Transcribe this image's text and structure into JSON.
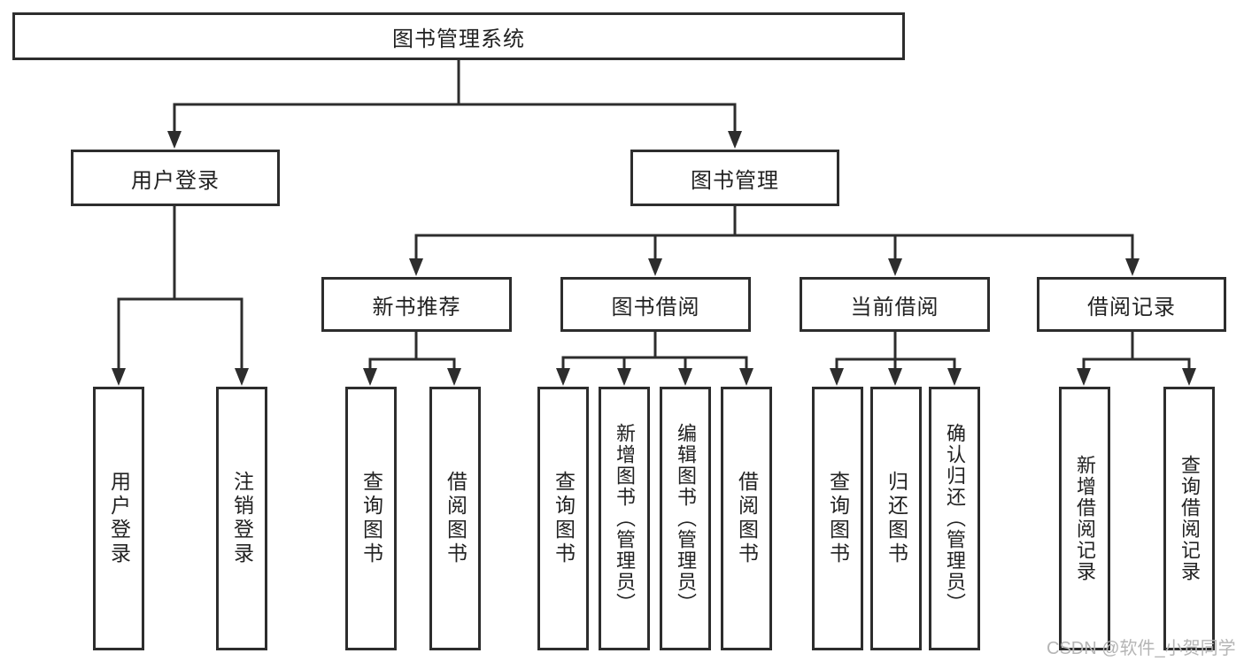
{
  "tree": {
    "root": "图书管理系统",
    "branches": [
      {
        "label": "用户登录",
        "children": [
          "用户登录",
          "注销登录"
        ]
      },
      {
        "label": "图书管理",
        "modules": [
          {
            "label": "新书推荐",
            "children": [
              "查询图书",
              "借阅图书"
            ]
          },
          {
            "label": "图书借阅",
            "children": [
              "查询图书",
              "新增图书（管理员）",
              "编辑图书（管理员）",
              "借阅图书"
            ]
          },
          {
            "label": "当前借阅",
            "children": [
              "查询图书",
              "归还图书",
              "确认归还（管理员）"
            ]
          },
          {
            "label": "借阅记录",
            "children": [
              "新增借阅记录",
              "查询借阅记录"
            ]
          }
        ]
      }
    ]
  },
  "watermark": "CSDN @软件_小贺同学",
  "colors": {
    "line": "#2d2d2d",
    "border": "#2d2d2d",
    "text": "#222222",
    "background": "#ffffff",
    "watermark": "#b5b5b5"
  }
}
